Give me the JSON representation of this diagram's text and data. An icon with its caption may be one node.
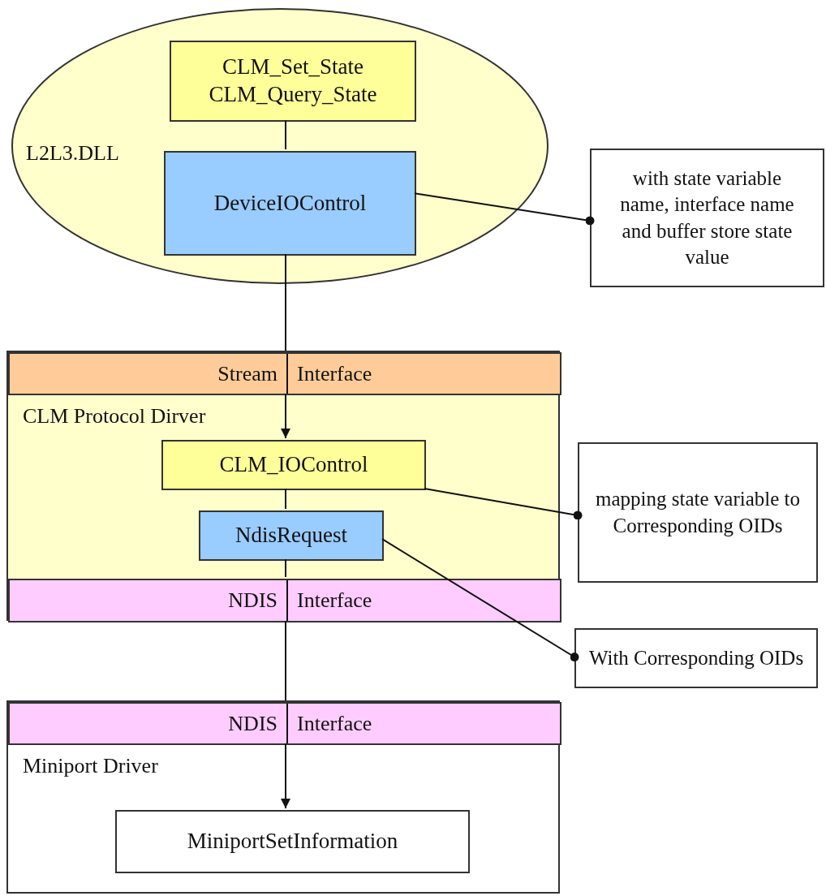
{
  "diagram": {
    "nodes": [
      {
        "text": [
          "L2L3.DLL"
        ]
      },
      {
        "text": [
          "CLM_Set_State",
          "CLM_Query_State"
        ],
        "in": 0
      },
      {
        "text": [
          "DeviceIOControl"
        ],
        "in": 0
      },
      {
        "text": [
          "with state variable name, interface name and buffer store state value"
        ]
      },
      {
        "text": [
          "CLM Protocol Dirver"
        ]
      },
      {
        "text": [
          "Stream",
          "Interface"
        ],
        "in": 4
      },
      {
        "text": [
          "CLM_IOControl"
        ],
        "in": 4
      },
      {
        "text": [
          "NdisRequest"
        ],
        "in": 4
      },
      {
        "text": [
          "NDIS",
          "Interface"
        ],
        "in": 4
      },
      {
        "text": [
          "mapping state variable to Corresponding OIDs"
        ]
      },
      {
        "text": [
          "With Corresponding OIDs"
        ]
      },
      {
        "text": [
          "Miniport Driver"
        ]
      },
      {
        "text": [
          "NDIS",
          "Interface"
        ],
        "in": 11
      },
      {
        "text": [
          "MiniportSetInformation"
        ],
        "in": 11
      }
    ],
    "edges": [
      {
        "from": 1,
        "to": 2,
        "arrow": "none"
      },
      {
        "from": 3,
        "to": 2,
        "arrow": "other"
      },
      {
        "from": 2,
        "to": 5,
        "arrow": "none"
      },
      {
        "from": 5,
        "to": 6,
        "arrow": "to"
      },
      {
        "from": 6,
        "to": 7,
        "arrow": "none"
      },
      {
        "from": 9,
        "to": 6,
        "arrow": "other"
      },
      {
        "from": 10,
        "to": 7,
        "arrow": "other"
      },
      {
        "from": 7,
        "to": 8,
        "arrow": "none"
      },
      {
        "from": 8,
        "to": 12,
        "arrow": "none"
      },
      {
        "from": 12,
        "to": 13,
        "arrow": "to"
      }
    ]
  }
}
